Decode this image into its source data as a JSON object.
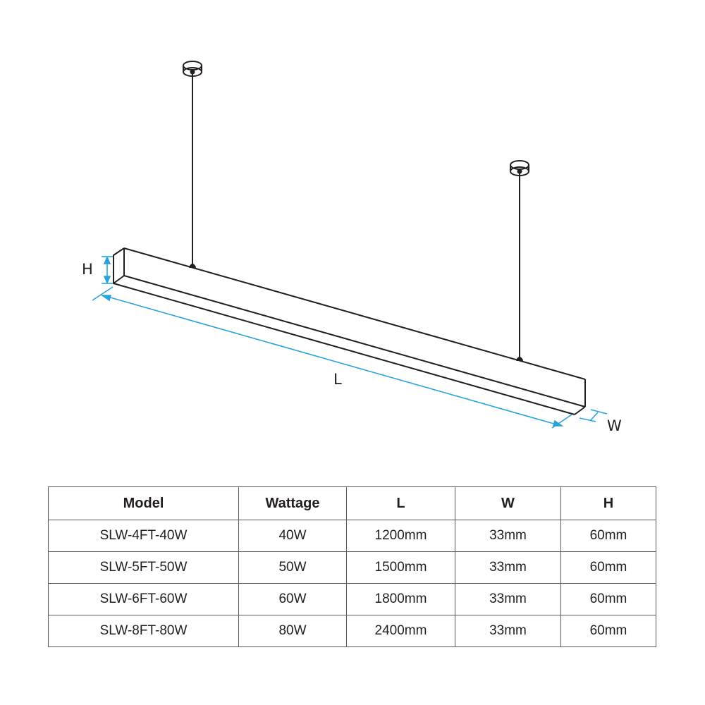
{
  "diagram": {
    "title": "Linear pendant light dimension diagram",
    "labels": {
      "height": "H",
      "length": "L",
      "width": "W"
    },
    "dimension_color": "#29a3dc",
    "line_color": "#231f20"
  },
  "table": {
    "headers": [
      "Model",
      "Wattage",
      "L",
      "W",
      "H"
    ],
    "rows": [
      [
        "SLW-4FT-40W",
        "40W",
        "1200mm",
        "33mm",
        "60mm"
      ],
      [
        "SLW-5FT-50W",
        "50W",
        "1500mm",
        "33mm",
        "60mm"
      ],
      [
        "SLW-6FT-60W",
        "60W",
        "1800mm",
        "33mm",
        "60mm"
      ],
      [
        "SLW-8FT-80W",
        "80W",
        "2400mm",
        "33mm",
        "60mm"
      ]
    ]
  }
}
